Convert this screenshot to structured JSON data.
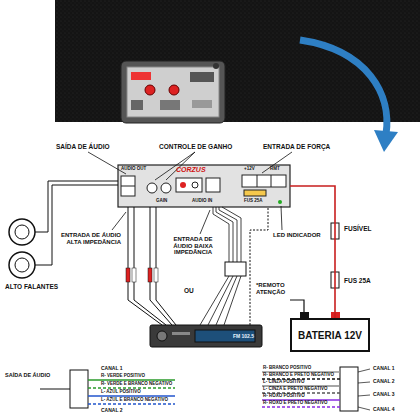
{
  "diagram": {
    "nodes": [
      {
        "text": [
          "CORZUS",
          "AUDIO OUT",
          "GAIN",
          "AUDIO IN",
          "+12V",
          "RMT",
          "FUS 25A"
        ]
      },
      {
        "text": [
          "FM 102.5"
        ]
      },
      {
        "text": [
          "BATERIA 12V"
        ]
      }
    ],
    "edges": [
      {
        "from": 1,
        "to": 0,
        "arrow": "none"
      },
      {
        "from": 2,
        "to": 0,
        "arrow": "none"
      }
    ],
    "labels": [
      "SAÍDA DE ÁUDIO",
      "CONTROLE DE GANHO",
      "ENTRADA DE FORÇA",
      "FUSÍVEL",
      "LED INDICADOR",
      "ENTRADA DE ÁUDIO ALTA IMPEDÂNCIA",
      "ENTRADA DE ÁUDIO BAIXA IMPEDÂNCIA",
      "ALTO FALANTES",
      "OU",
      "*REMOTO ATENÇÃO",
      "FUS 25A",
      "SAÍDA DE ÁUDIO",
      "CANAL 1",
      "R- VERDE POSITIVO",
      "R- VERDE E BRANCO NEGATIVO",
      "L- AZUL POSITIVO",
      "L- AZUL E BRANCO NEGATIVO",
      "CANAL 2",
      "CANAL 1",
      "R- BRANCO POSITIVO",
      "R- BRANCO E PRETO NEGATIVO",
      "CANAL 2",
      "L- CINZA POSITIVO",
      "L- CINZA E PRETO NEGATIVO",
      "CANAL 3",
      "R- ROXO POSITIVO",
      "R- ROXO E PRETO NEGATIVO",
      "CANAL 4"
    ]
  }
}
